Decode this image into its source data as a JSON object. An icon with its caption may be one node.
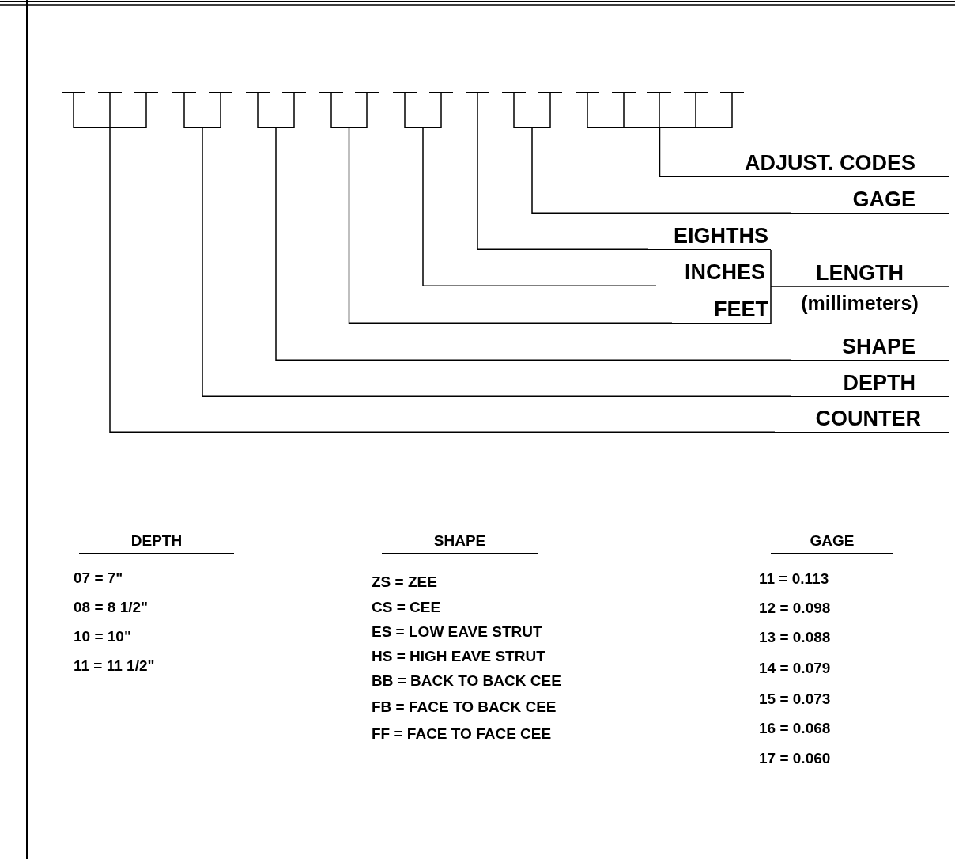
{
  "diagram": {
    "nodes": [
      {
        "text": [],
        "shape": "bar"
      },
      {
        "text": [],
        "shape": "bar"
      },
      {
        "text": [],
        "shape": "bar"
      },
      {
        "text": [],
        "shape": "bar"
      },
      {
        "text": [],
        "shape": "bar"
      },
      {
        "text": [],
        "shape": "bar"
      },
      {
        "text": [],
        "shape": "bar"
      },
      {
        "text": [],
        "shape": "bar"
      },
      {
        "text": [
          "ADJUST. CODES"
        ]
      },
      {
        "text": [
          "GAGE"
        ]
      },
      {
        "text": [
          "EIGHTHS"
        ]
      },
      {
        "text": [
          "INCHES"
        ]
      },
      {
        "text": [
          "LENGTH",
          "(millimeters)"
        ]
      },
      {
        "text": [
          "FEET"
        ]
      },
      {
        "text": [
          "SHAPE"
        ]
      },
      {
        "text": [
          "DEPTH"
        ]
      },
      {
        "text": [
          "COUNTER"
        ]
      }
    ],
    "edges": [
      {
        "from": 8,
        "to": 7,
        "arrow": "none"
      },
      {
        "from": 9,
        "to": 6,
        "arrow": "none"
      },
      {
        "from": 10,
        "to": 5,
        "arrow": "none"
      },
      {
        "from": 11,
        "to": 4,
        "arrow": "none"
      },
      {
        "from": 13,
        "to": 3,
        "arrow": "none"
      },
      {
        "from": 14,
        "to": 2,
        "arrow": "none"
      },
      {
        "from": 15,
        "to": 1,
        "arrow": "none"
      },
      {
        "from": 16,
        "to": 0,
        "arrow": "none"
      }
    ],
    "labels": [
      "DEPTH",
      "07 = 7\"",
      "08 = 8 1/2\"",
      "10 = 10\"",
      "11 = 11 1/2\"",
      "SHAPE",
      "ZS = ZEE",
      "CS = CEE",
      "ES = LOW EAVE STRUT",
      "HS = HIGH EAVE STRUT",
      "BB = BACK TO BACK CEE",
      "FB = FACE TO BACK CEE",
      "FF = FACE TO FACE CEE",
      "GAGE",
      "11 = 0.113",
      "12 = 0.098",
      "13 = 0.088",
      "14 = 0.079",
      "15 = 0.073",
      "16 = 0.068",
      "17 = 0.060"
    ]
  }
}
